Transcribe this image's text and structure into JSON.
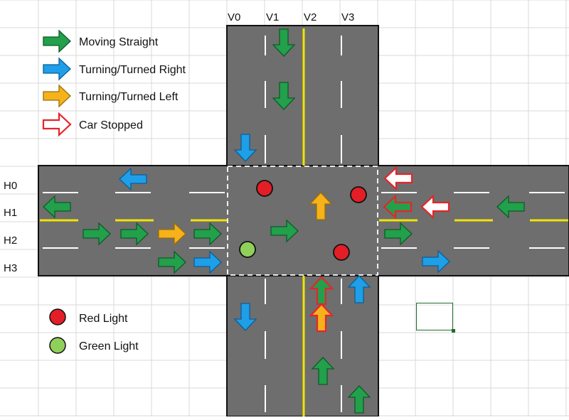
{
  "lanes": {
    "vertical": [
      "V0",
      "V1",
      "V2",
      "V3"
    ],
    "horizontal": [
      "H0",
      "H1",
      "H2",
      "H3"
    ]
  },
  "legend": {
    "moving_straight": "Moving Straight",
    "turning_right": "Turning/Turned Right",
    "turning_left": "Turning/Turned Left",
    "car_stopped": "Car Stopped",
    "red_light": "Red Light",
    "green_light": "Green Light"
  },
  "colors": {
    "straight": "#22a04b",
    "right": "#1e9fe8",
    "left": "#f5b21b",
    "stopped": "#e4252b",
    "red_light": "#e41e26",
    "green_light": "#8fd05a",
    "road": "#6e6e6e",
    "lane_yellow": "#f0e400"
  }
}
